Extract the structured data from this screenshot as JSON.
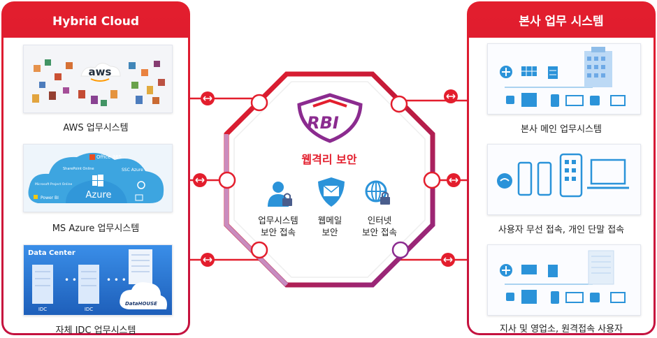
{
  "left_panel": {
    "title": "Hybrid Cloud",
    "cards": [
      {
        "caption": "AWS 업무시스템",
        "logo": "aws"
      },
      {
        "caption": "MS Azure 업무시스템",
        "logo": "Azure",
        "apps": [
          "Office 365",
          "SharePoint Online",
          "SSC Azure",
          "Microsoft Project Online",
          "Power BI"
        ]
      },
      {
        "caption": "자체 IDC 업무시스템",
        "header": "Data Center",
        "racks": [
          "IDC",
          "IDC"
        ],
        "brand": "DataHOUSE"
      }
    ]
  },
  "right_panel": {
    "title": "본사 업무 시스템",
    "cards": [
      {
        "caption": "본사 메인 업무시스템"
      },
      {
        "caption": "사용자 무선 접속, 개인 단말 접속"
      },
      {
        "caption": "지사 및 영업소, 원격접속 사용자"
      }
    ]
  },
  "center": {
    "logo": "RBI",
    "title": "웹격리 보안",
    "features": [
      {
        "line1": "업무시스템",
        "line2": "보안 접속",
        "icon": "user-lock-icon"
      },
      {
        "line1": "웹메일",
        "line2": "보안",
        "icon": "mail-shield-icon"
      },
      {
        "line1": "인터넷",
        "line2": "보안 접속",
        "icon": "globe-lock-icon"
      }
    ]
  },
  "colors": {
    "accent": "#e31e2d",
    "purple": "#8b2b8f",
    "lavender": "#c9a0d6"
  }
}
